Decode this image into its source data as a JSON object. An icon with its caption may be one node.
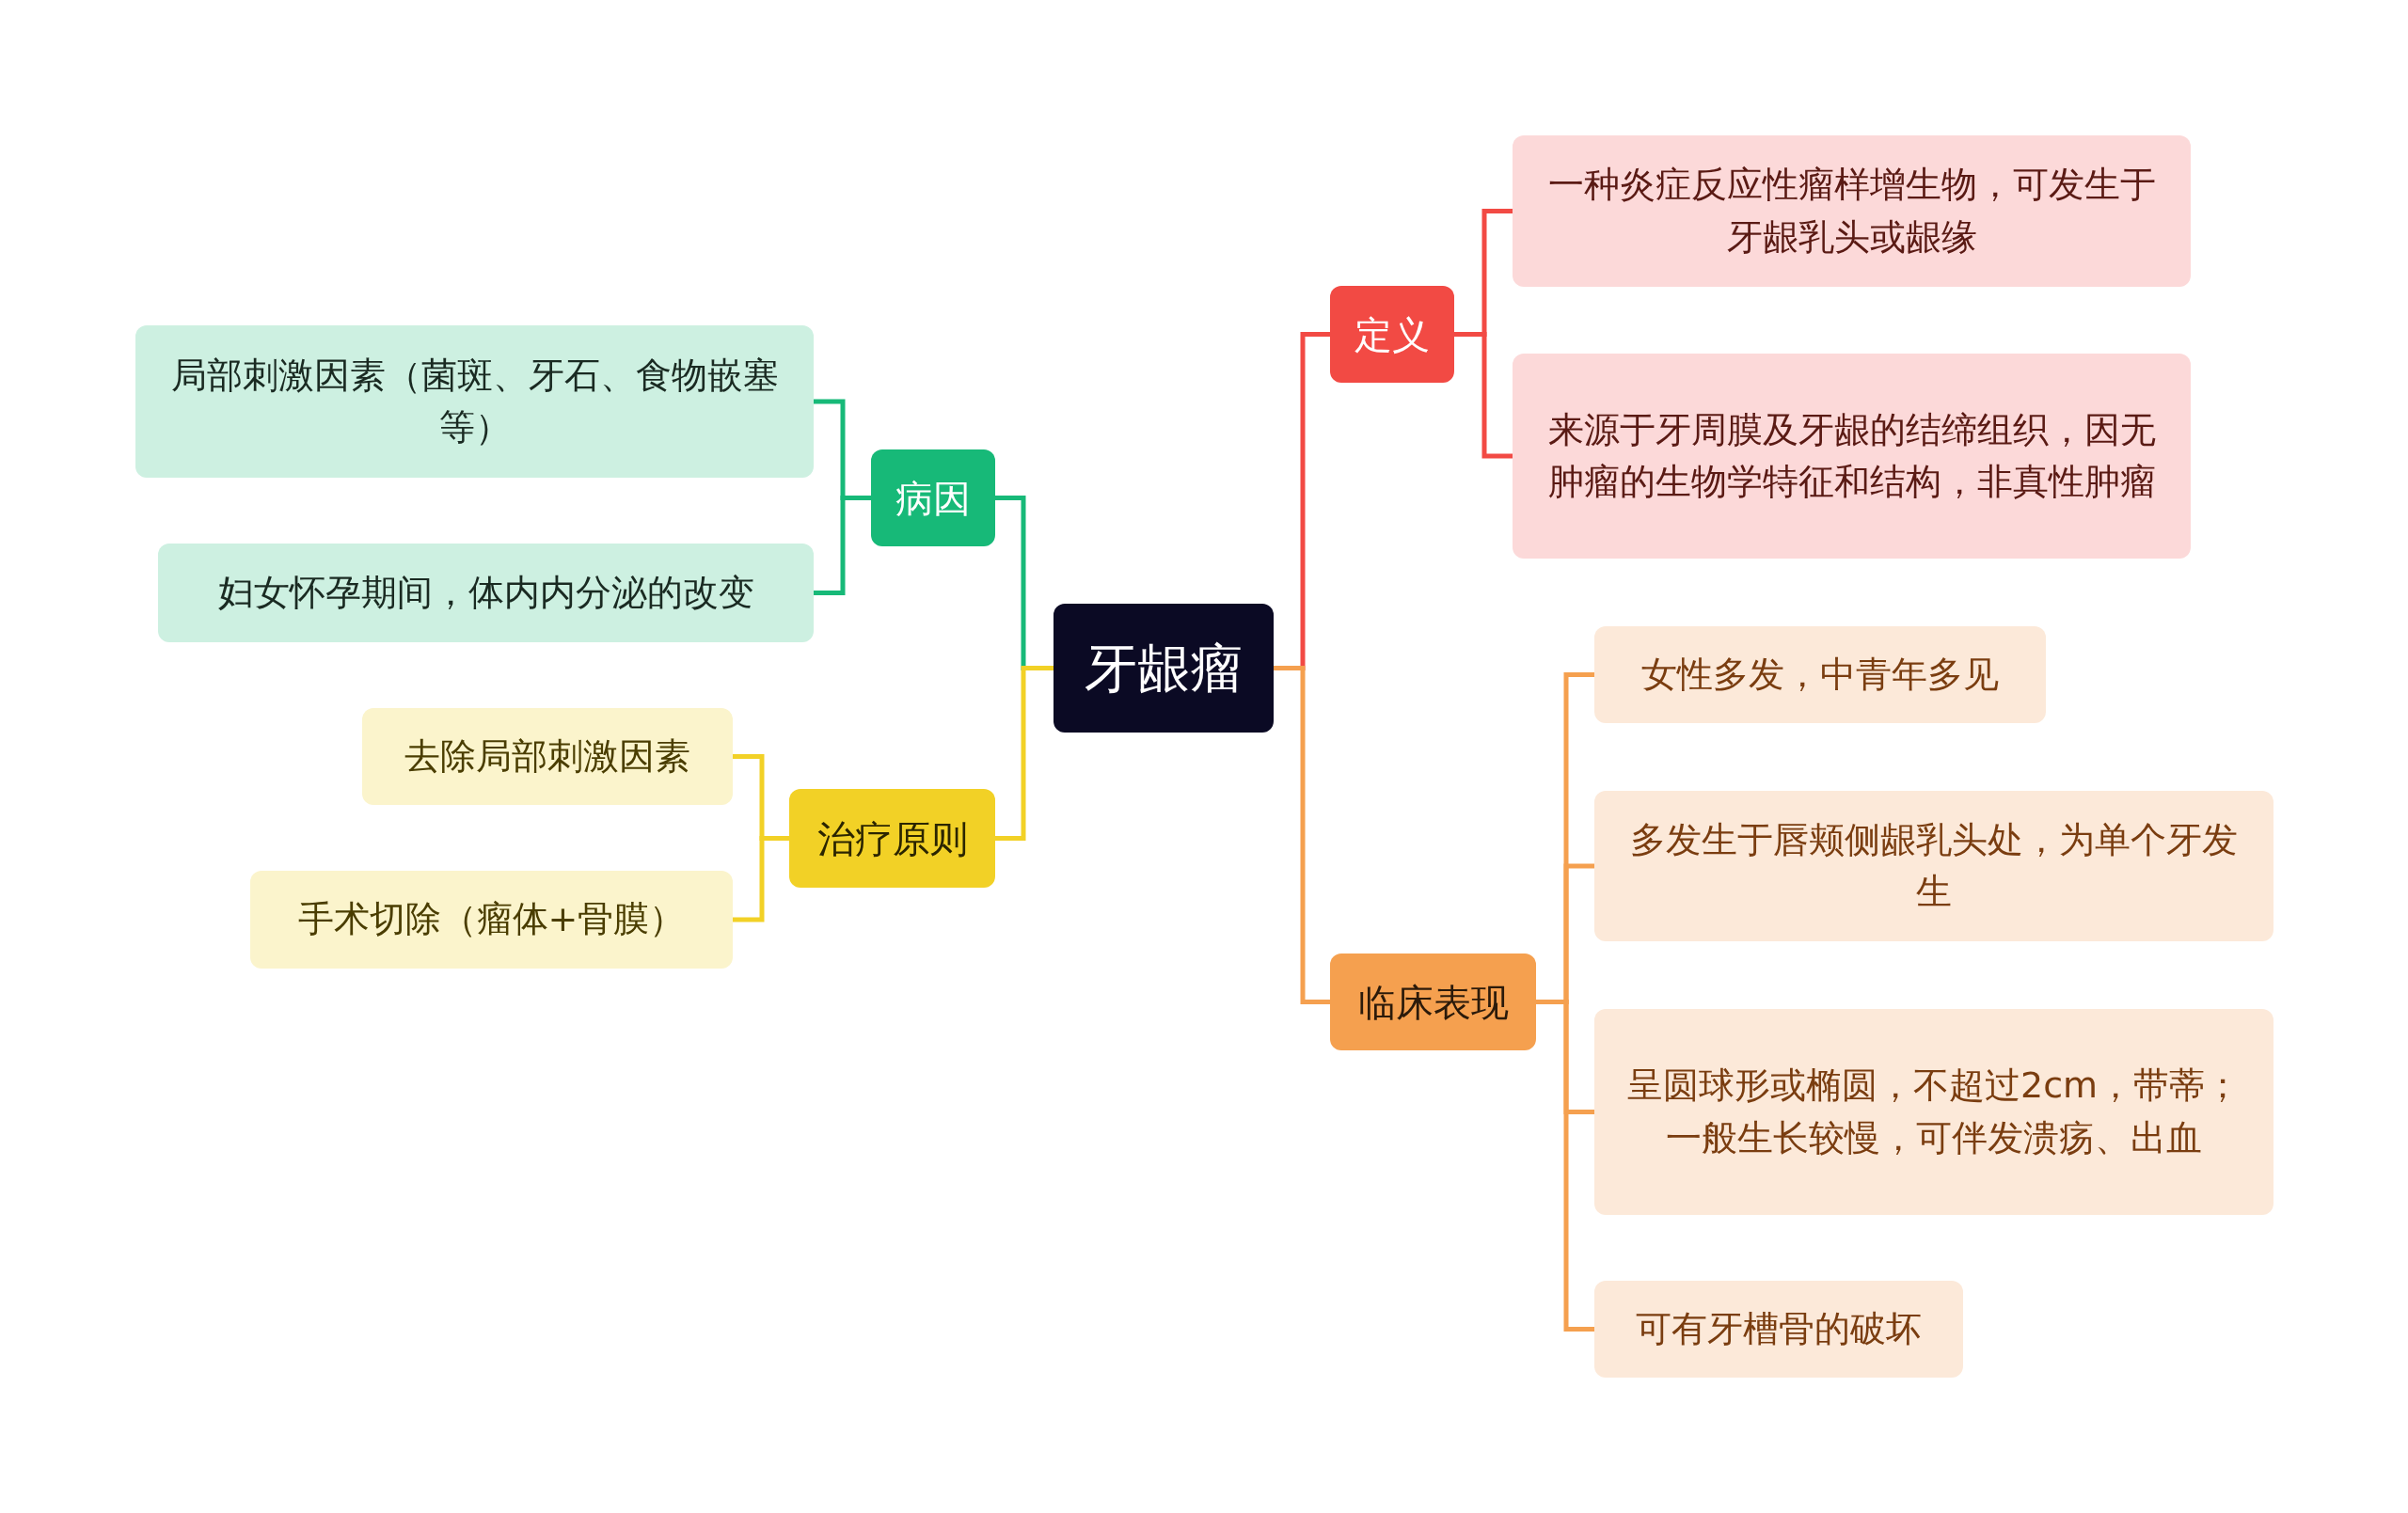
{
  "diagram": {
    "nodes": [
      {
        "text": [
          "牙龈瘤"
        ]
      },
      {
        "text": [
          "定义"
        ]
      },
      {
        "text": [
          "一种炎症反应性瘤样增生物，可发生于牙龈乳头或龈缘"
        ]
      },
      {
        "text": [
          "来源于牙周膜及牙龈的结缔组织，因无肿瘤的生物学特征和结构，非真性肿瘤"
        ]
      },
      {
        "text": [
          "临床表现"
        ]
      },
      {
        "text": [
          "女性多发，中青年多见"
        ]
      },
      {
        "text": [
          "多发生于唇颊侧龈乳头处，为单个牙发生"
        ]
      },
      {
        "text": [
          "呈圆球形或椭圆，不超过2cm，带蒂；一般生长较慢，可伴发溃疡、出血"
        ]
      },
      {
        "text": [
          "可有牙槽骨的破坏"
        ]
      },
      {
        "text": [
          "病因"
        ]
      },
      {
        "text": [
          "局部刺激因素（菌斑、牙石、食物嵌塞等）"
        ]
      },
      {
        "text": [
          "妇女怀孕期间，体内内分泌的改变"
        ]
      },
      {
        "text": [
          "治疗原则"
        ]
      },
      {
        "text": [
          "去除局部刺激因素"
        ]
      },
      {
        "text": [
          "手术切除（瘤体+骨膜）"
        ]
      }
    ],
    "edges": [
      {
        "from": 0,
        "to": 1,
        "arrow": "none",
        "color": "#f24a44"
      },
      {
        "from": 1,
        "to": 2,
        "arrow": "none",
        "color": "#f24a44"
      },
      {
        "from": 1,
        "to": 3,
        "arrow": "none",
        "color": "#f24a44"
      },
      {
        "from": 0,
        "to": 4,
        "arrow": "none"
      },
      {
        "from": 4,
        "to": 5,
        "arrow": "none"
      },
      {
        "from": 4,
        "to": 6,
        "arrow": "none"
      },
      {
        "from": 4,
        "to": 7,
        "arrow": "none"
      },
      {
        "from": 4,
        "to": 8,
        "arrow": "none"
      },
      {
        "from": 0,
        "to": 9,
        "arrow": "none",
        "color": "#17b978"
      },
      {
        "from": 9,
        "to": 10,
        "arrow": "none",
        "color": "#17b978"
      },
      {
        "from": 9,
        "to": 11,
        "arrow": "none",
        "color": "#17b978"
      },
      {
        "from": 0,
        "to": 12,
        "arrow": "none",
        "color": "#f2d126"
      },
      {
        "from": 12,
        "to": 13,
        "arrow": "none",
        "color": "#f2d126"
      },
      {
        "from": 12,
        "to": 14,
        "arrow": "none",
        "color": "#f2d126"
      }
    ]
  }
}
